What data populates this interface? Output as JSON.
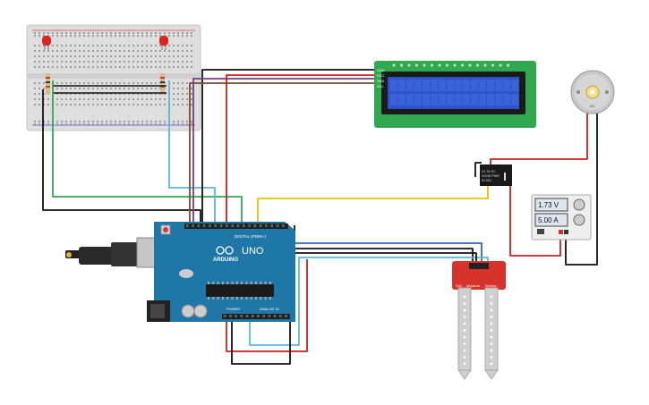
{
  "arduino": {
    "brand": "ARDUINO",
    "model": "UNO",
    "digital_label": "DIGITAL (PWM~)",
    "power_label": "POWER",
    "analog_label": "ANALOG IN"
  },
  "lcd": {
    "pins": [
      "GND",
      "VCC",
      "SDA",
      "SCL"
    ]
  },
  "relay": {
    "lines": [
      "D1 5V IN",
      "SGND PWR",
      "IN  SIG"
    ]
  },
  "power_supply": {
    "voltage": "1.73 V",
    "current": "5.00 A"
  },
  "moisture_sensor": {
    "labels": [
      "Soil",
      "Moisture",
      "Sensor"
    ]
  },
  "motor": {
    "label": "DC"
  },
  "colors": {
    "wire_black": "#111111",
    "wire_red": "#cc1f1f",
    "wire_green": "#34a853",
    "wire_cyan": "#5bb8d6",
    "wire_purple": "#7a3c8c",
    "wire_brown": "#7b4b2a",
    "wire_yellow": "#e6c400",
    "wire_blue": "#2f64c9",
    "arduino_board": "#1f77a8",
    "lcd_board": "#2fa84f",
    "lcd_screen": "#2d54c8",
    "sensor_board": "#d8322c"
  }
}
